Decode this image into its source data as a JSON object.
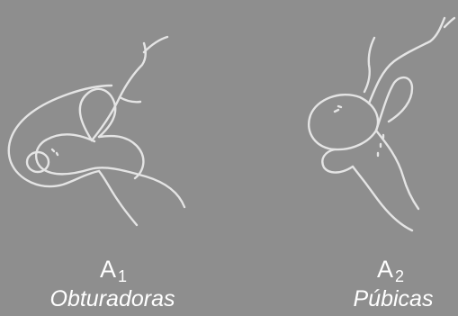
{
  "panels": [
    {
      "id_letter": "A",
      "id_sub": "1",
      "name": "Obturadoras"
    },
    {
      "id_letter": "A",
      "id_sub": "2",
      "name": "Púbicas"
    }
  ],
  "colors": {
    "background": "#8e8e8e",
    "line": "#e4e4e4",
    "text": "#ffffff"
  }
}
